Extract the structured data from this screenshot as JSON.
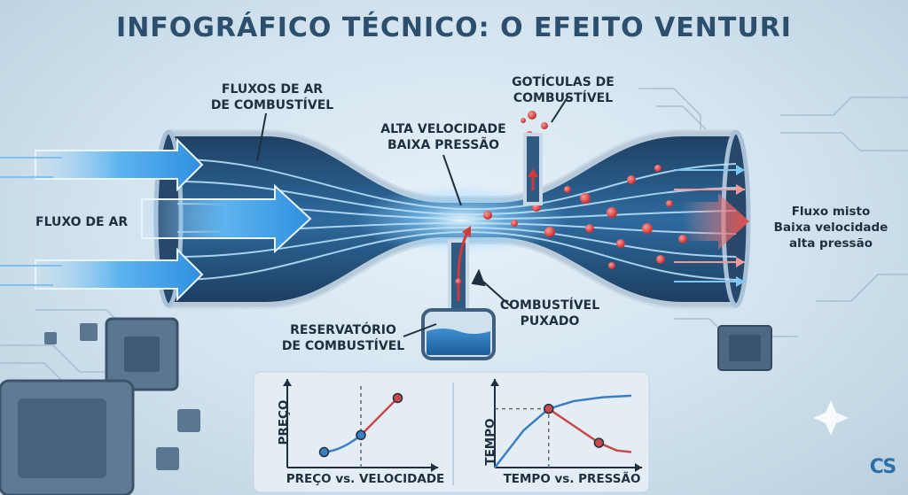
{
  "title": "INFOGRÁFICO TÉCNICO: O EFEITO VENTURI",
  "labels": {
    "air_flows": [
      "FLUXOS DE AR",
      "DE COMBUSTÍVEL"
    ],
    "droplets": [
      "GOTÍCULAS DE",
      "COMBUSTÍVEL"
    ],
    "throat": [
      "ALTA VELOCIDADE",
      "BAIXA PRESSÃO"
    ],
    "air_inlet": "FLUXO DE AR",
    "mixed_flow": [
      "Fluxo misto",
      "Baixa velocidade",
      "alta pressão"
    ],
    "fuel_pulled": [
      "COMBUSTÍVEL",
      "PUXADO"
    ],
    "reservoir": [
      "RESERVATÓRIO",
      "DE COMBUSTÍVEL"
    ]
  },
  "chart_data": [
    {
      "type": "line",
      "xlabel": "PREÇO vs. VELOCIDADE",
      "ylabel": "PREÇO",
      "x": [
        1,
        2,
        3
      ],
      "y": [
        1,
        2.1,
        4.5
      ],
      "xlim": [
        0,
        4
      ],
      "ylim": [
        0,
        5.5
      ],
      "reference_x": 2,
      "colors": [
        "#3a7fc2",
        "#c94a4a"
      ]
    },
    {
      "type": "line",
      "xlabel": "TEMPO vs. PRESSÃO",
      "ylabel": "TEMPO",
      "series": [
        {
          "x": [
            0,
            0.8,
            1.5,
            2.2,
            3.0,
            3.8
          ],
          "y": [
            0,
            2.4,
            3.8,
            4.3,
            4.55,
            4.65
          ]
        },
        {
          "x": [
            1.5,
            2.2,
            2.9,
            3.4,
            3.8
          ],
          "y": [
            3.8,
            2.7,
            1.6,
            1.1,
            1.0
          ]
        }
      ],
      "points": [
        {
          "x": 1.5,
          "y": 3.8
        },
        {
          "x": 2.9,
          "y": 1.6
        }
      ],
      "xlim": [
        0,
        4
      ],
      "ylim": [
        0,
        5.5
      ],
      "reference_x": 1.5,
      "colors": [
        "#3a7fc2",
        "#c94a4a"
      ]
    }
  ],
  "logo": {
    "mark": "CS"
  },
  "colors": {
    "air": "#3b9ee8",
    "fuel": "#d23a3a",
    "tube": "#3d5f80",
    "title": "#2c4f6d"
  }
}
